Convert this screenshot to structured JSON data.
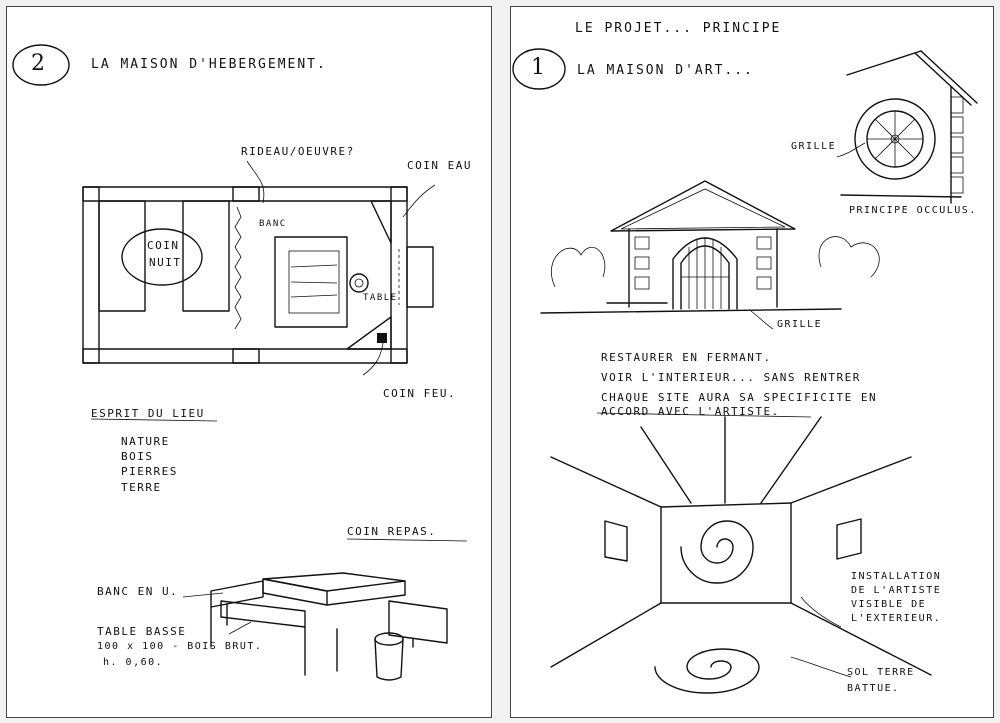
{
  "left_page": {
    "number": "2",
    "title": "LA MAISON D'HEBERGEMENT.",
    "plan_labels": {
      "rideau": "RIDEAU/OEUVRE?",
      "coin_eau": "COIN EAU",
      "banc": "BANC",
      "coin_nuit_line1": "COIN",
      "coin_nuit_line2": "NUIT",
      "table": "TABLE",
      "coin_feu": "COIN FEU."
    },
    "esprit": {
      "heading": "ESPRIT DU LIEU",
      "items": [
        "NATURE",
        "BOIS",
        "PIERRES",
        "TERRE"
      ]
    },
    "repas": {
      "heading": "COIN REPAS.",
      "banc_en_u": "BANC EN U.",
      "table_basse": "TABLE BASSE",
      "dims": "100 x 100 - BOIS BRUT.",
      "height": "h. 0,60."
    }
  },
  "right_page": {
    "header": "LE PROJET...   PRINCIPE",
    "number": "1",
    "title": "LA MAISON D'ART...",
    "labels": {
      "grille_top": "GRILLE",
      "principe_occulus": "PRINCIPE OCCULUS.",
      "grille_bottom": "GRILLE"
    },
    "notes": [
      "RESTAURER EN FERMANT.",
      "VOIR L'INTERIEUR... SANS RENTRER",
      "CHAQUE SITE AURA SA SPECIFICITE EN",
      "ACCORD AVEC L'ARTISTE."
    ],
    "installation": [
      "INSTALLATION",
      "DE L'ARTISTE",
      "VISIBLE DE",
      "L'EXTERIEUR."
    ],
    "sol": [
      "SOL TERRE",
      "BATTUE."
    ]
  }
}
